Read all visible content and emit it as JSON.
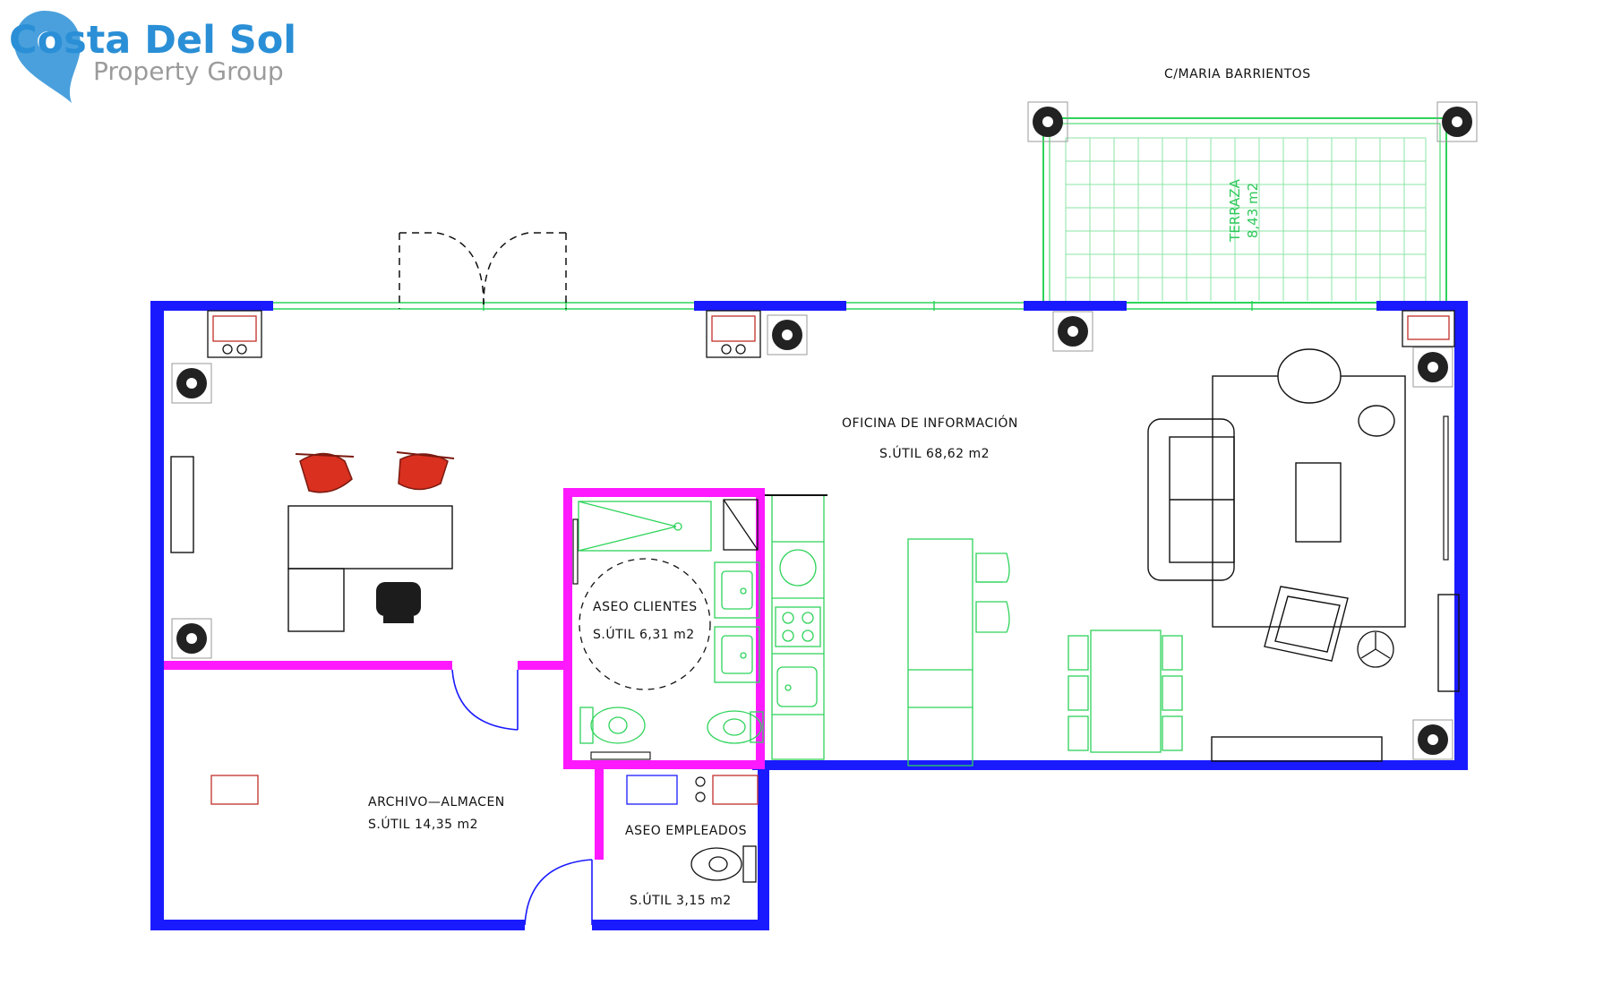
{
  "logo": {
    "title": "Costa Del Sol",
    "subtitle": "Property Group"
  },
  "street": "C/MARIA BARRIENTOS",
  "rooms": {
    "oficina": {
      "name": "OFICINA DE INFORMACIÓN",
      "area": "S.ÚTIL 68,62 m2"
    },
    "aseo_clientes": {
      "name": "ASEO CLIENTES",
      "area": "S.ÚTIL 6,31 m2"
    },
    "archivo": {
      "name": "ARCHIVO—ALMACEN",
      "area": "S.ÚTIL 14,35 m2"
    },
    "aseo_empleados": {
      "name": "ASEO EMPLEADOS",
      "area": "S.ÚTIL 3,15 m2"
    },
    "terraza": {
      "name": "TERRAZA",
      "area": "8,43 m2"
    }
  },
  "colors": {
    "exterior_wall": "#1a1aff",
    "interior_wall": "#ff19ff",
    "fixtures": "#2ed35a",
    "furniture": "#111111",
    "chairs": "#d93020",
    "logo_blue": "#2a8fd6",
    "logo_grey": "#9b9b9b"
  }
}
